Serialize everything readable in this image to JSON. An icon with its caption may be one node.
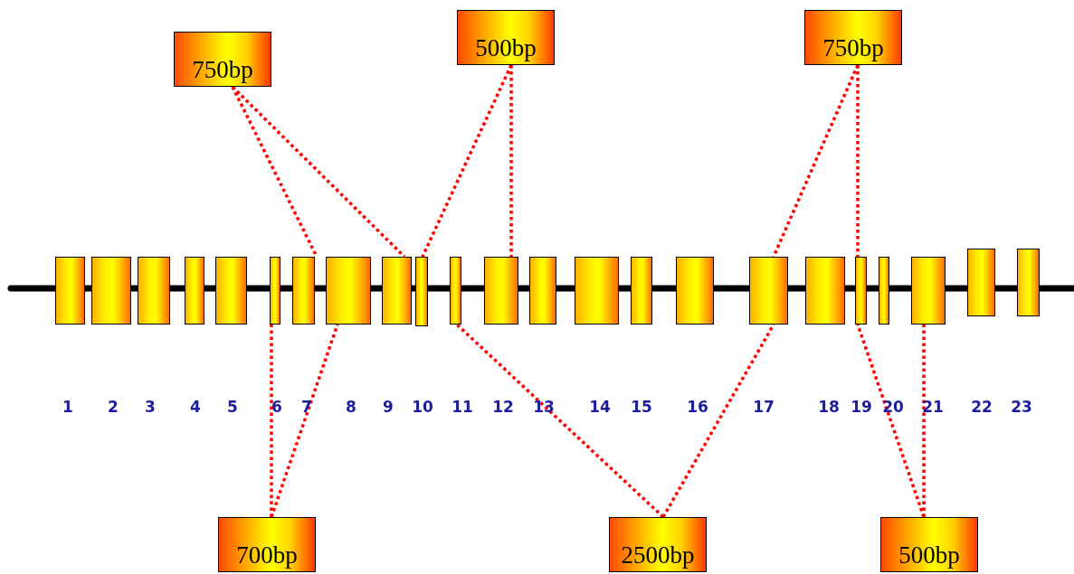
{
  "diagram": {
    "nodes": [
      {
        "text": [
          "750bp"
        ]
      },
      {
        "text": [
          "500bp"
        ]
      },
      {
        "text": [
          "750bp"
        ]
      },
      {
        "text": [],
        "shape": "box"
      },
      {
        "text": [],
        "shape": "box"
      },
      {
        "text": [],
        "shape": "box"
      },
      {
        "text": [],
        "shape": "box"
      },
      {
        "text": [],
        "shape": "box"
      },
      {
        "text": [],
        "shape": "box"
      },
      {
        "text": [],
        "shape": "box"
      },
      {
        "text": [],
        "shape": "box"
      },
      {
        "text": [],
        "shape": "box"
      },
      {
        "text": [],
        "shape": "box"
      },
      {
        "text": [],
        "shape": "box"
      },
      {
        "text": [],
        "shape": "box"
      },
      {
        "text": [],
        "shape": "box"
      },
      {
        "text": [],
        "shape": "box"
      },
      {
        "text": [],
        "shape": "box"
      },
      {
        "text": [],
        "shape": "box"
      },
      {
        "text": [],
        "shape": "box"
      },
      {
        "text": [],
        "shape": "box"
      },
      {
        "text": [],
        "shape": "box"
      },
      {
        "text": [],
        "shape": "box"
      },
      {
        "text": [],
        "shape": "box"
      },
      {
        "text": [],
        "shape": "box"
      },
      {
        "text": [],
        "shape": "box"
      },
      {
        "text": [
          "700bp"
        ]
      },
      {
        "text": [
          "2500bp"
        ]
      },
      {
        "text": [
          "500bp"
        ]
      }
    ],
    "edges": [
      {
        "from": 0,
        "to": 9,
        "arrow": "none",
        "style": "dashed"
      },
      {
        "from": 0,
        "to": 11,
        "arrow": "none",
        "style": "dashed"
      },
      {
        "from": 1,
        "to": 12,
        "arrow": "none",
        "style": "dashed"
      },
      {
        "from": 1,
        "to": 14,
        "arrow": "none",
        "style": "dashed"
      },
      {
        "from": 2,
        "to": 19,
        "arrow": "none",
        "style": "dashed"
      },
      {
        "from": 2,
        "to": 21,
        "arrow": "none",
        "style": "dashed"
      },
      {
        "from": 26,
        "to": 8,
        "arrow": "none",
        "style": "dashed"
      },
      {
        "from": 26,
        "to": 10,
        "arrow": "none",
        "style": "dashed"
      },
      {
        "from": 27,
        "to": 13,
        "arrow": "none",
        "style": "dashed"
      },
      {
        "from": 27,
        "to": 19,
        "arrow": "none",
        "style": "dashed"
      },
      {
        "from": 28,
        "to": 21,
        "arrow": "none",
        "style": "dashed"
      },
      {
        "from": 28,
        "to": 23,
        "arrow": "none",
        "style": "dashed"
      }
    ],
    "labels": [
      "1",
      "2",
      "3",
      "4",
      "5",
      "6",
      "7",
      "8",
      "9",
      "10",
      "11",
      "12",
      "13",
      "14",
      "15",
      "16",
      "17",
      "18",
      "19",
      "20",
      "21",
      "22",
      "23"
    ]
  }
}
